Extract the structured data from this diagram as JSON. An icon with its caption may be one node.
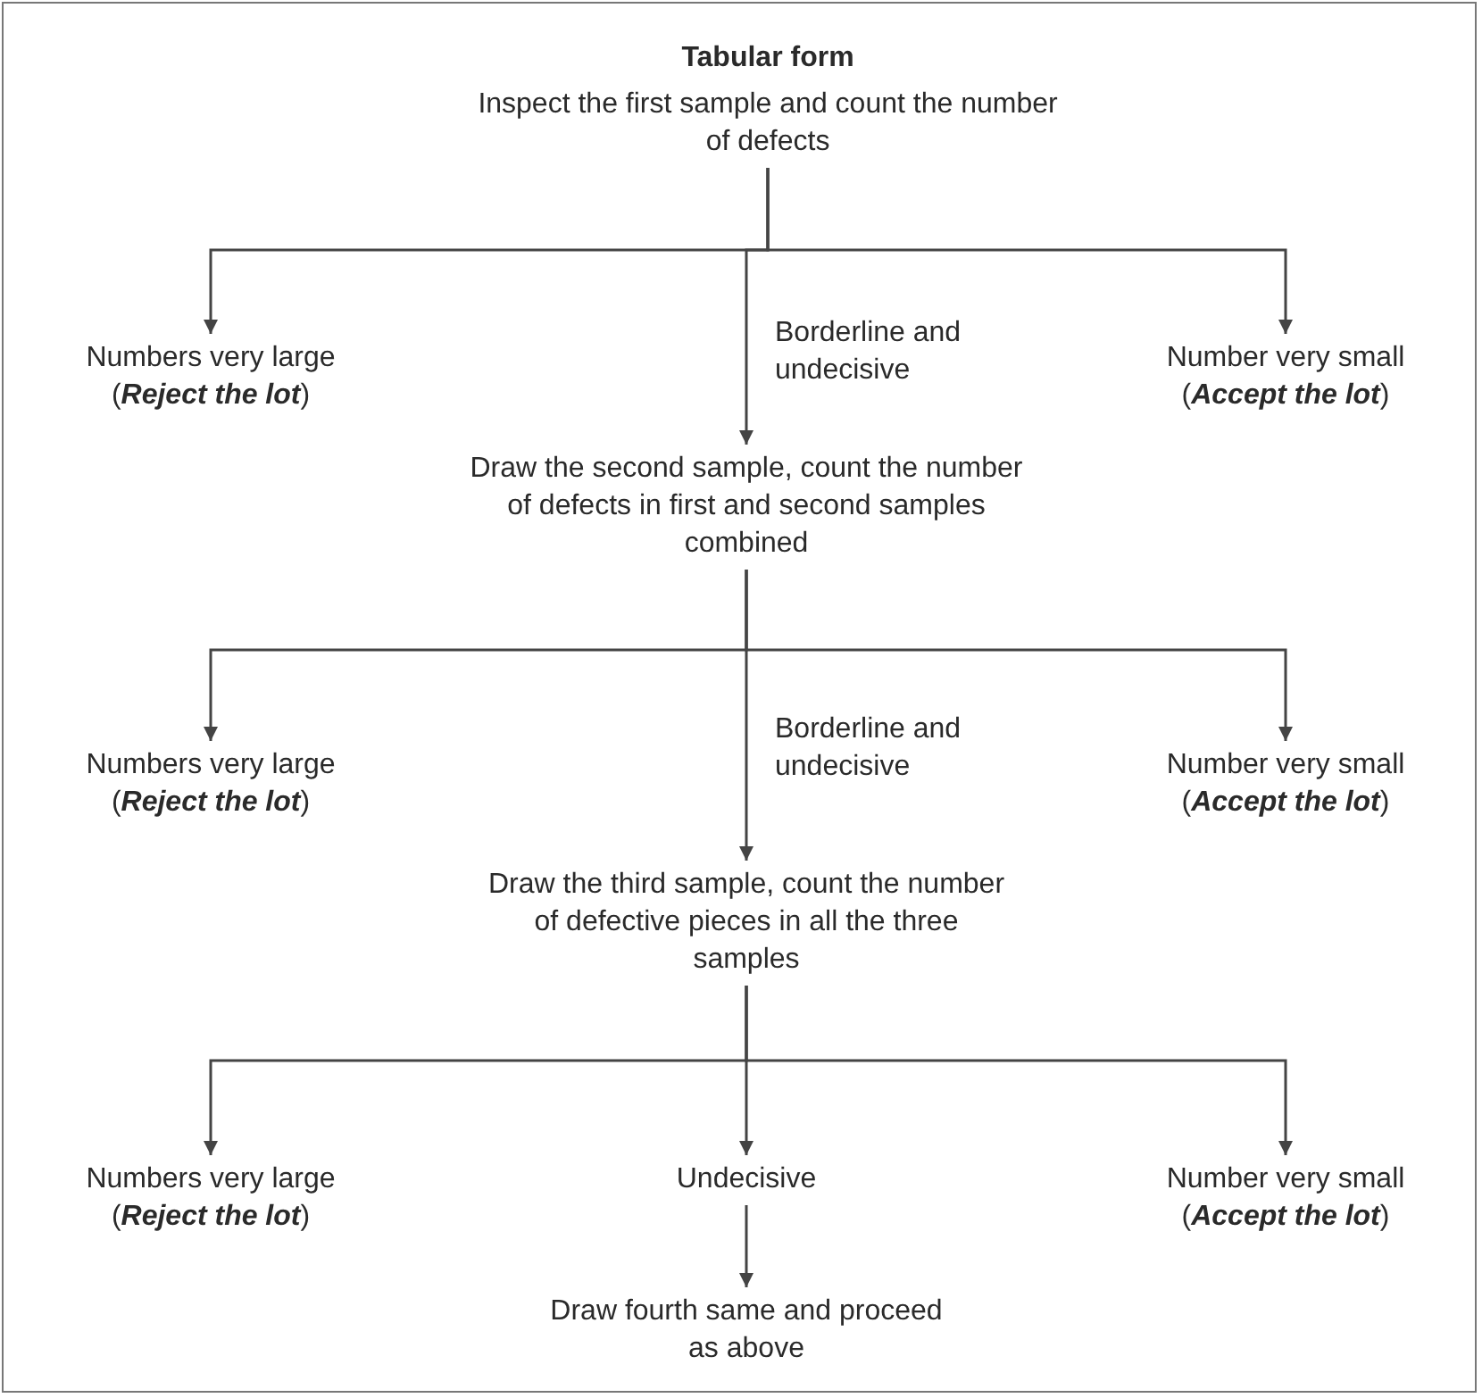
{
  "diagram": {
    "title": "Tabular form",
    "nodes": [
      {
        "text": [
          "Inspect the first sample and count the number of defects"
        ]
      },
      {
        "text": [
          "Numbers very large",
          "(**Reject the lot**)"
        ]
      },
      {
        "text": [
          "Number very small",
          "(**Accept the lot**)"
        ]
      },
      {
        "text": [
          "Draw the second sample, count the number of defects in first and second samples combined"
        ]
      },
      {
        "text": [
          "Numbers very large",
          "(**Reject the lot**)"
        ]
      },
      {
        "text": [
          "Number very small",
          "(**Accept the lot**)"
        ]
      },
      {
        "text": [
          "Draw the third sample, count the number of defective pieces in all the three samples"
        ]
      },
      {
        "text": [
          "Numbers very large",
          "(**Reject the lot**)"
        ]
      },
      {
        "text": [
          "Undecisive"
        ]
      },
      {
        "text": [
          "Number very small",
          "(**Accept the lot**)"
        ]
      },
      {
        "text": [
          "Draw fourth same and proceed as above"
        ]
      }
    ],
    "edges": [
      {
        "from": 0,
        "to": 1,
        "arrow": "to"
      },
      {
        "from": 0,
        "to": 3,
        "arrow": "to",
        "label": "Borderline and undecisive"
      },
      {
        "from": 0,
        "to": 2,
        "arrow": "to"
      },
      {
        "from": 3,
        "to": 4,
        "arrow": "to"
      },
      {
        "from": 3,
        "to": 6,
        "arrow": "to",
        "label": "Borderline and undecisive"
      },
      {
        "from": 3,
        "to": 5,
        "arrow": "to"
      },
      {
        "from": 6,
        "to": 7,
        "arrow": "to"
      },
      {
        "from": 6,
        "to": 8,
        "arrow": "to"
      },
      {
        "from": 6,
        "to": 9,
        "arrow": "to"
      },
      {
        "from": 8,
        "to": 10,
        "arrow": "to"
      }
    ]
  }
}
